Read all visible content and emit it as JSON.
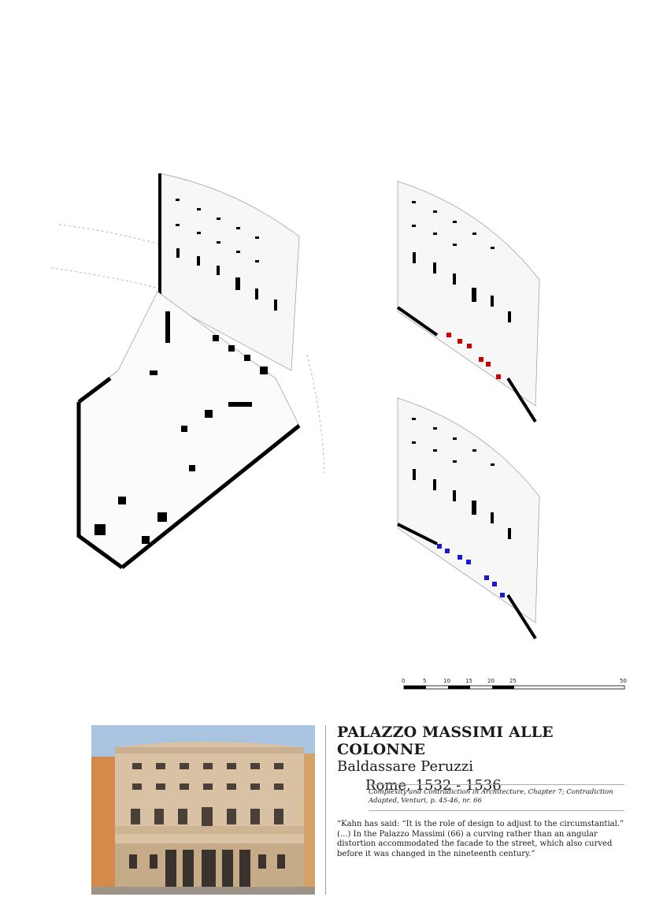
{
  "title": {
    "name": "PALAZZO MASSIMI ALLE COLONNE",
    "architect": "Baldassare Peruzzi",
    "place_date": "Rome, 1532 - 1536"
  },
  "source": "Complexity and Contradiction in Architecture, Chapter 7; Contradiction Adapted, Venturi, p. 45-46, nr. 66",
  "quote": "“Kahn has said: “It is the role of design to adjust to the circumstantial.” (...) In the Palazzo Massimi (66) a curving rather than an angular distortion accommodated the facade to the street, which also curved before it was changed in the nineteenth century.”",
  "scale_bar": {
    "labels": [
      "0",
      "5",
      "10",
      "15",
      "20",
      "25",
      "50"
    ]
  },
  "colors": {
    "highlight_red": "#cc0000",
    "highlight_blue": "#1a1acc",
    "ink": "#000000"
  }
}
